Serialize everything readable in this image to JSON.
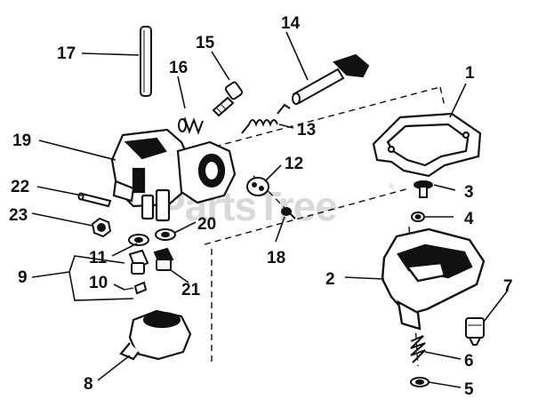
{
  "watermark": {
    "text": "PartsTree",
    "mark": "®"
  },
  "callouts": [
    {
      "id": "1",
      "label": "1"
    },
    {
      "id": "2",
      "label": "2"
    },
    {
      "id": "3",
      "label": "3"
    },
    {
      "id": "4",
      "label": "4"
    },
    {
      "id": "5",
      "label": "5"
    },
    {
      "id": "6",
      "label": "6"
    },
    {
      "id": "7",
      "label": "7"
    },
    {
      "id": "8",
      "label": "8"
    },
    {
      "id": "9",
      "label": "9"
    },
    {
      "id": "10",
      "label": "10"
    },
    {
      "id": "11",
      "label": "11"
    },
    {
      "id": "12",
      "label": "12"
    },
    {
      "id": "13",
      "label": "13"
    },
    {
      "id": "14",
      "label": "14"
    },
    {
      "id": "15",
      "label": "15"
    },
    {
      "id": "16",
      "label": "16"
    },
    {
      "id": "17",
      "label": "17"
    },
    {
      "id": "18",
      "label": "18"
    },
    {
      "id": "19",
      "label": "19"
    },
    {
      "id": "20",
      "label": "20"
    },
    {
      "id": "21",
      "label": "21"
    },
    {
      "id": "22",
      "label": "22"
    },
    {
      "id": "23",
      "label": "23"
    }
  ],
  "colors": {
    "ink": "#111111",
    "paper": "#ffffff",
    "watermark": "#d9d9d9"
  }
}
